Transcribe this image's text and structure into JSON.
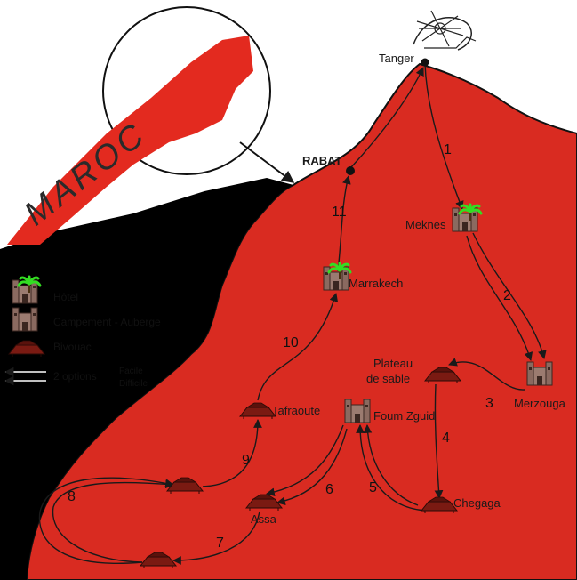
{
  "colors": {
    "land": "#d92b21",
    "land_dark": "#b01e16",
    "sea": "#000000",
    "route": "#1a1a1a",
    "palm": "#33dd22",
    "building": "#8a6a60",
    "tent": "#7a1a12"
  },
  "inset": {
    "word": "MAROC"
  },
  "cities": {
    "tanger": "Tanger",
    "rabat": "RABAT",
    "meknes": "Meknes",
    "marrakech": "Marrakech",
    "merzouga": "Merzouga",
    "plateau_line1": "Plateau",
    "plateau_line2": "de sable",
    "tafraoute": "Tafraoute",
    "foum_zguid": "Foum Zguid",
    "chegaga": "Chegaga",
    "assa": "Assa"
  },
  "stages": [
    "1",
    "2",
    "3",
    "4",
    "5",
    "6",
    "7",
    "8",
    "9",
    "10",
    "11"
  ],
  "legend": {
    "hotel": "Hôtel",
    "camp": "Campement - Auberge",
    "bivouac": "Bivouac",
    "options": "2 options",
    "easy": "Facile",
    "hard": "Difficile"
  },
  "icons": {
    "hotel": "hotel-palm-icon",
    "camp": "kasbah-icon",
    "bivouac": "tent-icon",
    "city": "city-dot-icon",
    "compass": "compass-rose-icon"
  }
}
